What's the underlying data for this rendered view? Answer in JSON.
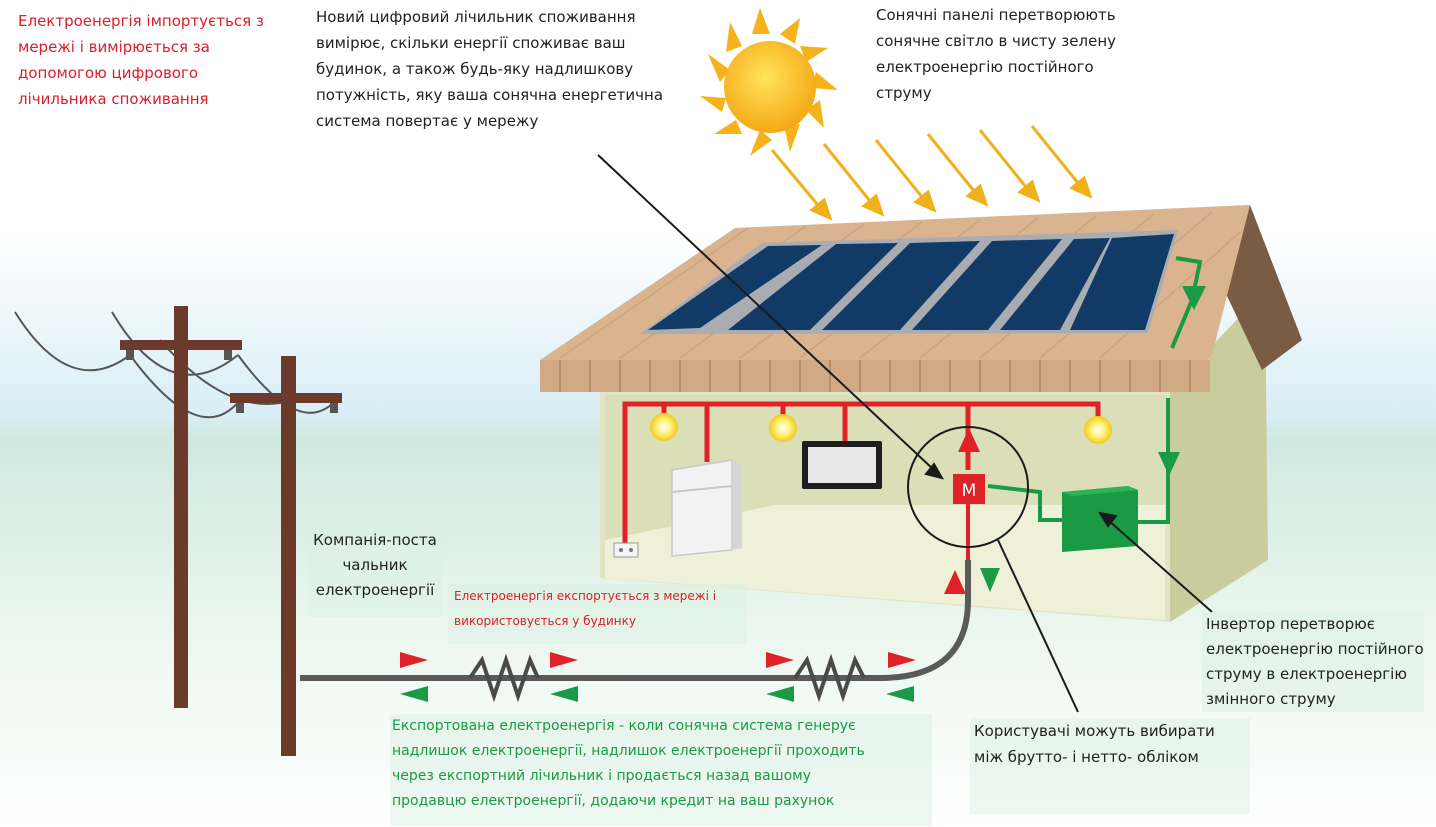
{
  "labels": {
    "grid_import": [
      "Електроенергія імпортується з",
      "мережі і вимірюється за",
      "допомогою цифрового",
      "лічильника споживання"
    ],
    "meter_desc": [
      "Новий цифровий лічильник споживання",
      "вимірює, скільки енергії споживає ваш",
      "будинок, а також будь-яку надлишкову",
      "потужність, яку ваша сонячна енергетична",
      "система повертає у мережу"
    ],
    "solar_desc": [
      "Сонячні панелі перетворюють",
      "сонячне світло в чисту зелену",
      "електроенергію постійного",
      "струму"
    ],
    "utility": [
      "Компанія-поста",
      "чальник",
      "електроенергії"
    ],
    "exported_used": [
      "Електроенергія експортується з мережі і",
      "використовується у будинку"
    ],
    "inverter_desc": [
      "Інвертор перетворює",
      "електроенергію постійного",
      "струму в електроенергію",
      "змінного струму"
    ],
    "export_desc": [
      "Експортована електроенергія - коли сонячна система генерує",
      "надлишок електроенергії, надлишок електроенергії проходить",
      "через експортний лічильник і продається назад вашому",
      "продавцю електроенергії, додаючи кредит на ваш рахунок"
    ],
    "billing": [
      "Користувачі можуть вибирати",
      "між брутто-  і нетто- обліком"
    ],
    "meter_symbol": "M"
  },
  "colors": {
    "import_red": "#d8202a",
    "export_green": "#1b9a45",
    "sun_yellow": "#f7c21a",
    "panel_blue": "#123a66",
    "roof": "#d9b48f",
    "wall": "#e2e4c6",
    "pole": "#6b3a2a",
    "sky": "#d8eef6",
    "ground": "#dcefe0"
  },
  "icons": [
    "sun-icon",
    "solar-panel-icon",
    "light-bulb-icon",
    "fridge-icon",
    "tv-icon",
    "meter-icon",
    "inverter-icon",
    "power-pole-icon",
    "resistor-icon",
    "socket-icon"
  ]
}
